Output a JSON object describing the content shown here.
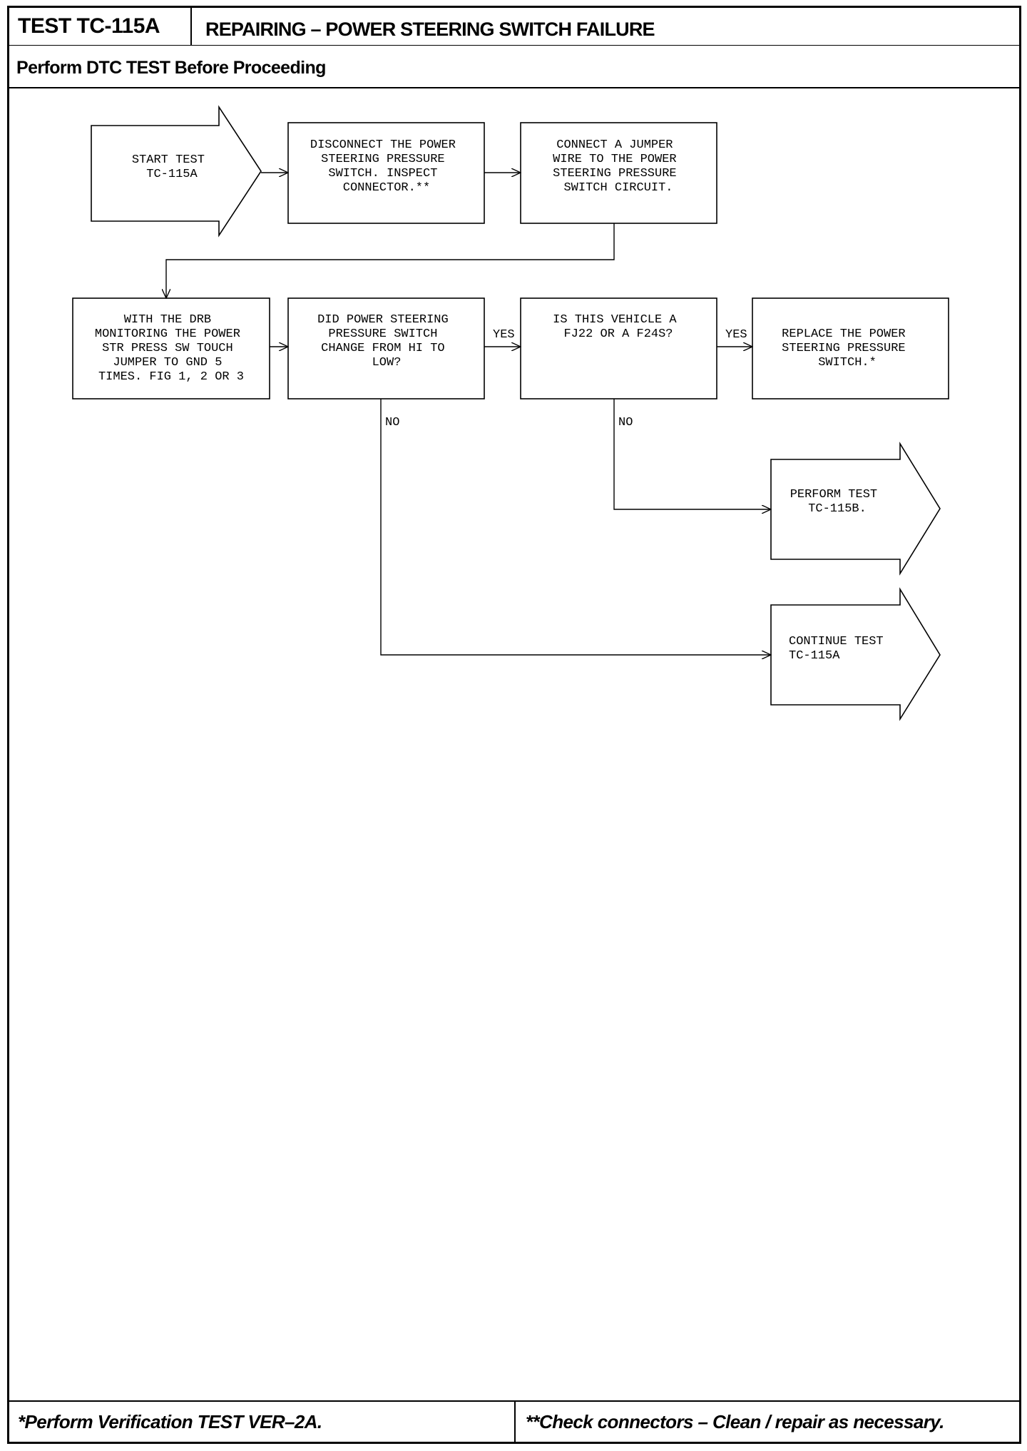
{
  "header": {
    "test_id": "TEST TC-115A",
    "title": "REPAIRING – POWER STEERING SWITCH FAILURE"
  },
  "subheader": "Perform DTC TEST Before Proceeding",
  "nodes": {
    "start": [
      "START TEST",
      "TC-115A"
    ],
    "disconnect": [
      "DISCONNECT THE POWER",
      "STEERING PRESSURE",
      "SWITCH. INSPECT",
      "CONNECTOR.**"
    ],
    "jumper": [
      "CONNECT A JUMPER",
      "WIRE TO THE POWER",
      "STEERING PRESSURE",
      "SWITCH CIRCUIT."
    ],
    "drb": [
      "WITH THE DRB",
      "MONITORING THE POWER",
      "STR PRESS SW TOUCH",
      "JUMPER TO GND 5",
      "TIMES. FIG 1, 2 OR 3"
    ],
    "did_change": [
      "DID POWER STEERING",
      "PRESSURE SWITCH",
      "CHANGE FROM HI TO",
      "LOW?"
    ],
    "vehicle": [
      "IS THIS VEHICLE A",
      "FJ22 OR A F24S?"
    ],
    "replace": [
      "REPLACE THE POWER",
      "STEERING PRESSURE",
      "SWITCH.*"
    ],
    "perform": [
      "PERFORM TEST",
      "TC-115B."
    ],
    "continue": [
      "CONTINUE TEST",
      "TC-115A"
    ]
  },
  "edge_labels": {
    "yes_1": "YES",
    "yes_2": "YES",
    "no_1": "NO",
    "no_2": "NO"
  },
  "footer": {
    "left": "*Perform Verification TEST VER–2A.",
    "right": "**Check connectors – Clean / repair as necessary."
  }
}
